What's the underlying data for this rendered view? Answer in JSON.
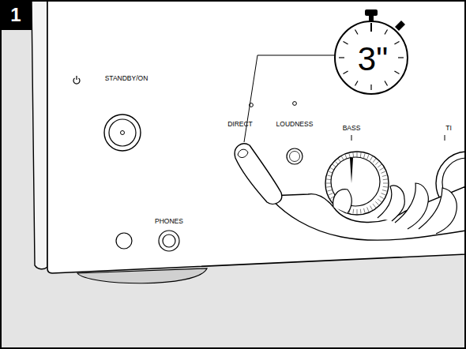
{
  "diagram": {
    "labels": [
      "1",
      "STANDBY/ON",
      "DIRECT",
      "LOUDNESS",
      "BASS",
      "TI",
      "PHONES",
      "3\""
    ]
  }
}
